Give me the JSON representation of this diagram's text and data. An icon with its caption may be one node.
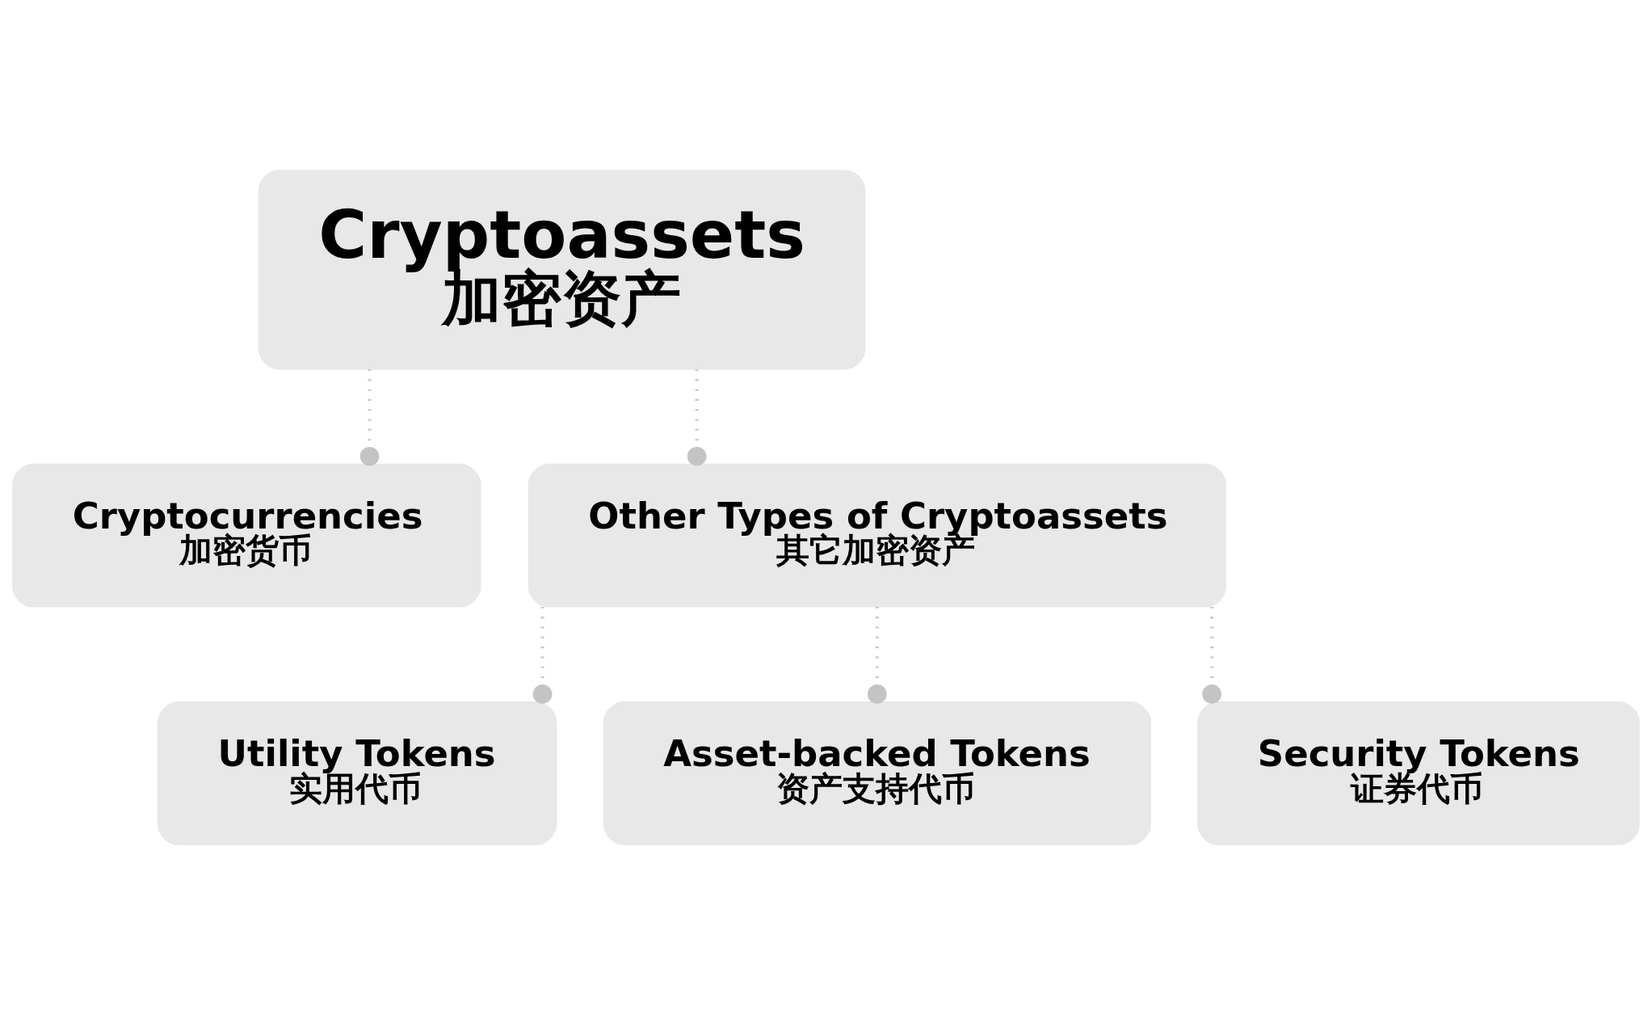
{
  "diagram": {
    "nodes": [
      {
        "text": [
          "Cryptoassets",
          "加密资产"
        ]
      },
      {
        "text": [
          "Cryptocurrencies",
          "加密货币"
        ]
      },
      {
        "text": [
          "Other Types of Cryptoassets",
          "其它加密资产"
        ]
      },
      {
        "text": [
          "Utility Tokens",
          "实用代币"
        ]
      },
      {
        "text": [
          "Asset-backed Tokens",
          "资产支持代币"
        ]
      },
      {
        "text": [
          "Security Tokens",
          "证券代币"
        ]
      }
    ],
    "edges": [
      {
        "from": 0,
        "to": 1,
        "arrow": "other",
        "style": "dashed"
      },
      {
        "from": 0,
        "to": 2,
        "arrow": "other",
        "style": "dashed"
      },
      {
        "from": 2,
        "to": 3,
        "arrow": "other",
        "style": "dashed"
      },
      {
        "from": 2,
        "to": 4,
        "arrow": "other",
        "style": "dashed"
      },
      {
        "from": 2,
        "to": 5,
        "arrow": "other",
        "style": "dashed"
      }
    ]
  }
}
